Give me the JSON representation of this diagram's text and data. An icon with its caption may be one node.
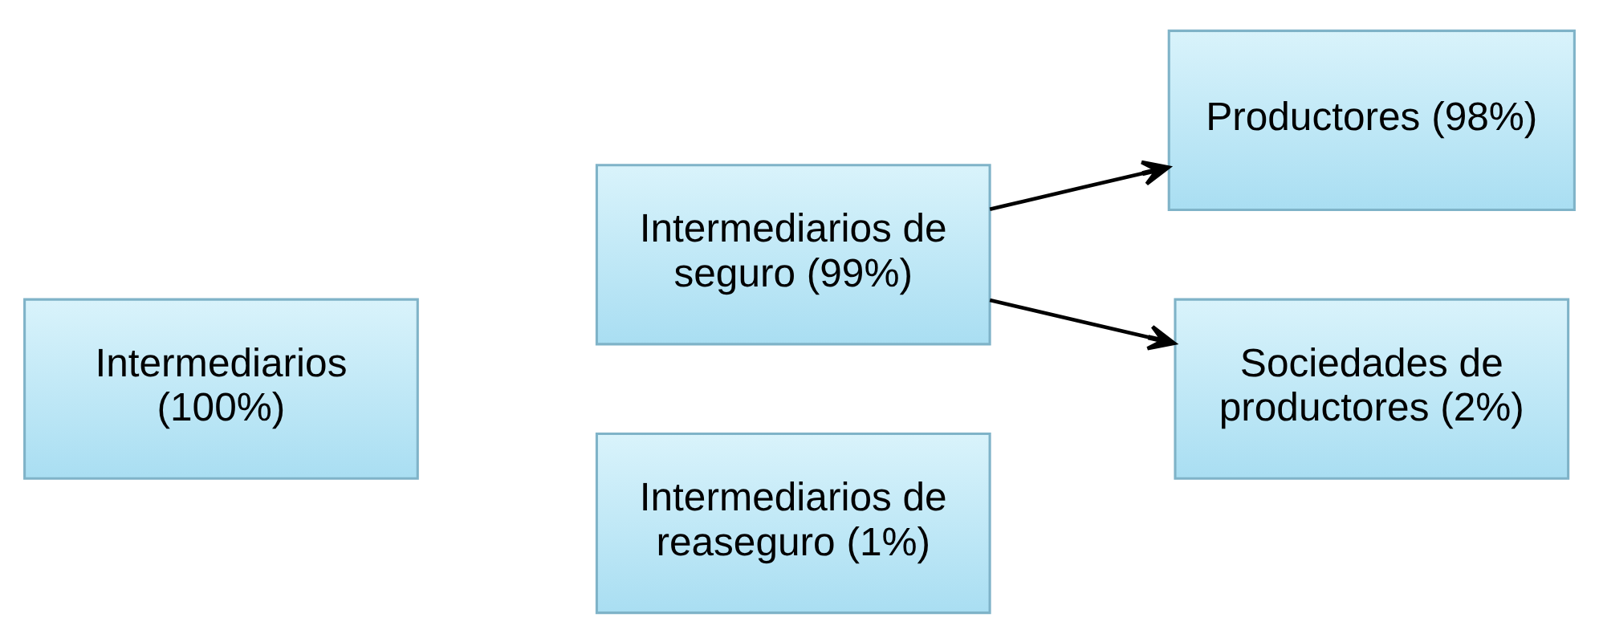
{
  "diagram": {
    "nodes": [
      {
        "text": [
          "Intermediarios (100%)"
        ]
      },
      {
        "text": [
          "Intermediarios de seguro (99%)"
        ]
      },
      {
        "text": [
          "Productores (98%)"
        ]
      },
      {
        "text": [
          "Sociedades de productores (2%)"
        ]
      },
      {
        "text": [
          "Intermediarios de reaseguro (1%)"
        ]
      }
    ],
    "edges": [
      {
        "from": 1,
        "to": 2,
        "arrow": "to"
      },
      {
        "from": 1,
        "to": 3,
        "arrow": "to"
      }
    ]
  }
}
